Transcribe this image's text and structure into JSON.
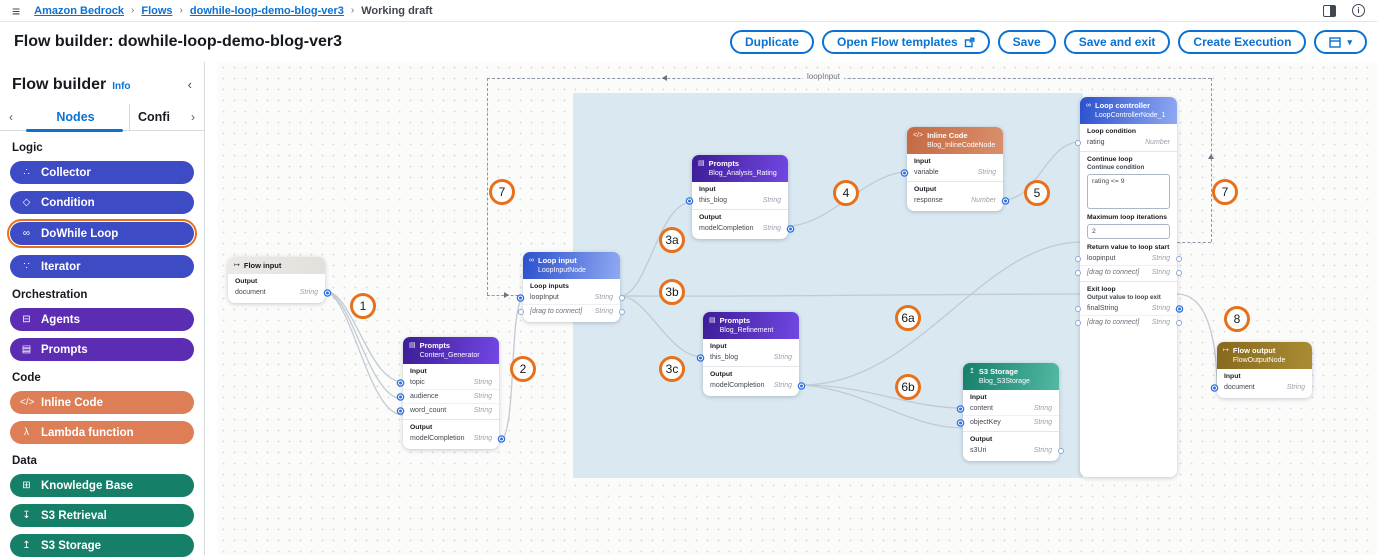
{
  "colors": {
    "accent_blue": "#0972d3",
    "highlight_orange": "#e8701a",
    "logic_blue": "#3d4bc4",
    "orchestration_purple": "#5c2db3",
    "code_orange": "#dd7e57",
    "data_teal": "#157f68",
    "loop_header_blue": "#2b50cc",
    "prompt_header_purple": "#3c1d96",
    "inline_code_header": "#c46a43",
    "s3_header_teal": "#15806b",
    "flow_output_gold": "#86691d",
    "loop_region_blue": "#d9e8f1",
    "port_blue": "#2f6fde"
  },
  "topbar": {
    "breadcrumb": [
      "Amazon Bedrock",
      "Flows",
      "dowhile-loop-demo-blog-ver3",
      "Working draft"
    ],
    "separator": "›"
  },
  "header": {
    "title": "Flow builder: dowhile-loop-demo-blog-ver3",
    "buttons": {
      "duplicate": "Duplicate",
      "open_templates": "Open Flow templates",
      "save": "Save",
      "save_exit": "Save and exit",
      "create_execution": "Create Execution",
      "caret": "▾"
    }
  },
  "sidebar": {
    "title": "Flow builder",
    "info": "Info",
    "collapse": "‹",
    "tabs": {
      "prev": "‹",
      "nodes": "Nodes",
      "config": "Confi",
      "next": "›"
    },
    "sections": [
      {
        "label": "Logic",
        "items": [
          {
            "label": "Collector",
            "icon": "∴"
          },
          {
            "label": "Condition",
            "icon": "◇"
          },
          {
            "label": "DoWhile Loop",
            "icon": "∞"
          },
          {
            "label": "Iterator",
            "icon": "∵"
          }
        ]
      },
      {
        "label": "Orchestration",
        "items": [
          {
            "label": "Agents",
            "icon": "⊟"
          },
          {
            "label": "Prompts",
            "icon": "▤"
          }
        ]
      },
      {
        "label": "Code",
        "items": [
          {
            "label": "Inline Code",
            "icon": "</>"
          },
          {
            "label": "Lambda function",
            "icon": "λ"
          }
        ]
      },
      {
        "label": "Data",
        "items": [
          {
            "label": "Knowledge Base",
            "icon": "⊞"
          },
          {
            "label": "S3 Retrieval",
            "icon": "↧"
          },
          {
            "label": "S3 Storage",
            "icon": "↥"
          }
        ]
      }
    ]
  },
  "canvas": {
    "loop_back_label": "loopInput",
    "badges": [
      {
        "label": "1"
      },
      {
        "label": "2"
      },
      {
        "label": "3a"
      },
      {
        "label": "3b"
      },
      {
        "label": "3c"
      },
      {
        "label": "4"
      },
      {
        "label": "5"
      },
      {
        "label": "6a"
      },
      {
        "label": "6b"
      },
      {
        "label": "7"
      },
      {
        "label": "7"
      },
      {
        "label": "8"
      }
    ],
    "nodes": {
      "flow_input": {
        "type": "Flow input",
        "icon": "↦",
        "output_label": "Output",
        "out_row": {
          "name": "document",
          "type": "String"
        }
      },
      "content_generator": {
        "type": "Prompts",
        "name": "Content_Generator",
        "icon": "▤",
        "input_label": "Input",
        "output_label": "Output",
        "inputs": [
          {
            "name": "topic",
            "type": "String"
          },
          {
            "name": "audience",
            "type": "String"
          },
          {
            "name": "word_count",
            "type": "String"
          }
        ],
        "outputs": [
          {
            "name": "modelCompletion",
            "type": "String"
          }
        ]
      },
      "loop_input": {
        "type": "Loop input",
        "name": "LoopInputNode",
        "icon": "∞",
        "section_label": "Loop inputs",
        "rows": [
          {
            "name": "loopInput",
            "type": "String"
          },
          {
            "name": "[drag to connect]",
            "type": "String"
          }
        ]
      },
      "blog_analysis": {
        "type": "Prompts",
        "name": "Blog_Analysis_Rating",
        "icon": "▤",
        "input_label": "Input",
        "output_label": "Output",
        "inputs": [
          {
            "name": "this_blog",
            "type": "String"
          }
        ],
        "outputs": [
          {
            "name": "modelCompletion",
            "type": "String"
          }
        ]
      },
      "inline_code": {
        "type": "Inline Code",
        "name": "Blog_InlineCodeNode",
        "icon": "</>",
        "input_label": "Input",
        "output_label": "Output",
        "inputs": [
          {
            "name": "variable",
            "type": "String"
          }
        ],
        "outputs": [
          {
            "name": "response",
            "type": "Number"
          }
        ]
      },
      "loop_controller": {
        "type": "Loop controller",
        "name": "LoopControllerNode_1",
        "icon": "∞",
        "loop_condition_label": "Loop condition",
        "condition_row": {
          "name": "rating",
          "type": "Number"
        },
        "continue_loop_label": "Continue loop",
        "continue_condition_label": "Continue condition",
        "continue_condition_value": "rating <= 9",
        "max_iterations_label": "Maximum loop iterations",
        "max_iterations_value": "2",
        "return_label": "Return value to loop start",
        "return_rows": [
          {
            "name": "loopinput",
            "type": "String"
          },
          {
            "name": "[drag to connect]",
            "type": "String"
          }
        ],
        "exit_label": "Exit loop",
        "exit_sublabel": "Output value to loop exit",
        "exit_rows": [
          {
            "name": "finalString",
            "type": "String"
          },
          {
            "name": "[drag to connect]",
            "type": "String"
          }
        ]
      },
      "blog_refinement": {
        "type": "Prompts",
        "name": "Blog_Refinement",
        "icon": "▤",
        "input_label": "Input",
        "output_label": "Output",
        "inputs": [
          {
            "name": "this_blog",
            "type": "String"
          }
        ],
        "outputs": [
          {
            "name": "modelCompletion",
            "type": "String"
          }
        ]
      },
      "s3_storage": {
        "type": "S3 Storage",
        "name": "Blog_S3Storage",
        "icon": "↥",
        "input_label": "Input",
        "output_label": "Output",
        "inputs": [
          {
            "name": "content",
            "type": "String"
          },
          {
            "name": "objectKey",
            "type": "String"
          }
        ],
        "outputs": [
          {
            "name": "s3Uri",
            "type": "String"
          }
        ]
      },
      "flow_output": {
        "type": "Flow output",
        "name": "FlowOutputNode",
        "icon": "↦",
        "input_label": "Input",
        "in_row": {
          "name": "document",
          "type": "String"
        }
      }
    }
  }
}
